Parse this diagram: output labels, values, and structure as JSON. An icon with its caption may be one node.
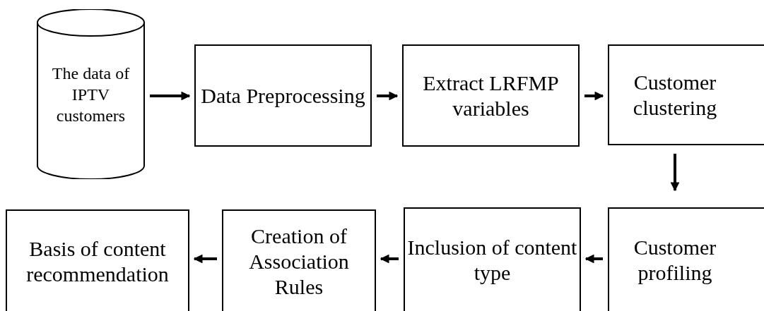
{
  "diagram": {
    "nodes": [
      {
        "text": [
          "The data of IPTV customers"
        ]
      },
      {
        "text": [
          "Data Preprocessing"
        ]
      },
      {
        "text": [
          "Extract LRFMP variables"
        ]
      },
      {
        "text": [
          "Customer clustering"
        ]
      },
      {
        "text": [
          "Customer profiling"
        ]
      },
      {
        "text": [
          "Inclusion of content type"
        ]
      },
      {
        "text": [
          "Creation of Association Rules"
        ]
      },
      {
        "text": [
          "Basis of content recommendation"
        ]
      }
    ],
    "edges": [
      {
        "from": 0,
        "to": 1,
        "arrow": "to"
      },
      {
        "from": 1,
        "to": 2,
        "arrow": "to"
      },
      {
        "from": 2,
        "to": 3,
        "arrow": "to"
      },
      {
        "from": 3,
        "to": 4,
        "arrow": "to"
      },
      {
        "from": 4,
        "to": 5,
        "arrow": "to"
      },
      {
        "from": 5,
        "to": 6,
        "arrow": "to"
      },
      {
        "from": 6,
        "to": 7,
        "arrow": "to"
      }
    ]
  }
}
